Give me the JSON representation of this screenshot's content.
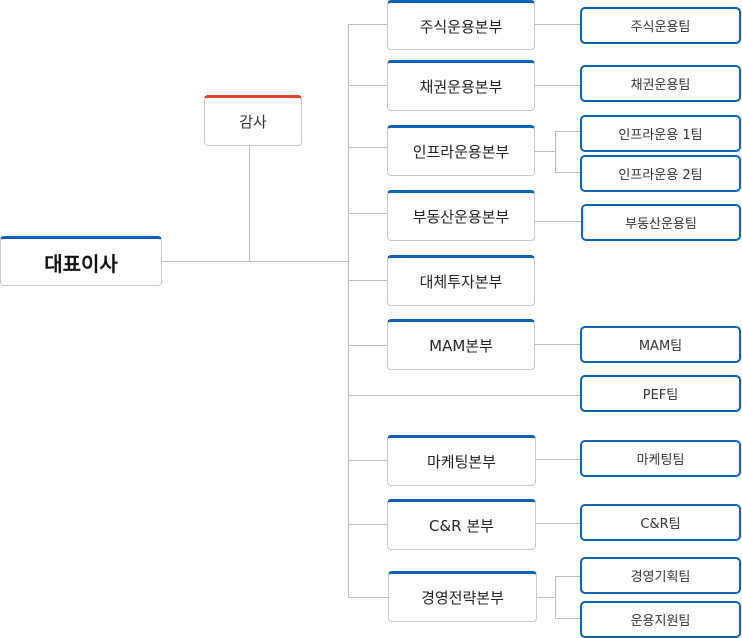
{
  "colors": {
    "accent": "#0b63b8",
    "audit_accent": "#e8402c",
    "connector": "#bdbdbd"
  },
  "ceo": "대표이사",
  "audit": "감사",
  "divisions": [
    {
      "label": "주식운용본부",
      "teams": [
        "주식운용팀"
      ]
    },
    {
      "label": "채권운용본부",
      "teams": [
        "채권운용팀"
      ]
    },
    {
      "label": "인프라운용본부",
      "teams": [
        "인프라운용 1팀",
        "인프라운용 2팀"
      ]
    },
    {
      "label": "부동산운용본부",
      "teams": [
        "부동산운용팀"
      ]
    },
    {
      "label": "대체투자본부",
      "teams": []
    },
    {
      "label": "MAM본부",
      "teams": [
        "MAM팀"
      ]
    },
    {
      "label": "마케팅본부",
      "teams": [
        "마케팅팀"
      ]
    },
    {
      "label": "C&R 본부",
      "teams": [
        "C&R팀"
      ]
    },
    {
      "label": "경영전략본부",
      "teams": [
        "경영기획팀",
        "운용지원팀"
      ]
    }
  ],
  "direct_teams": [
    "PEF팀"
  ]
}
